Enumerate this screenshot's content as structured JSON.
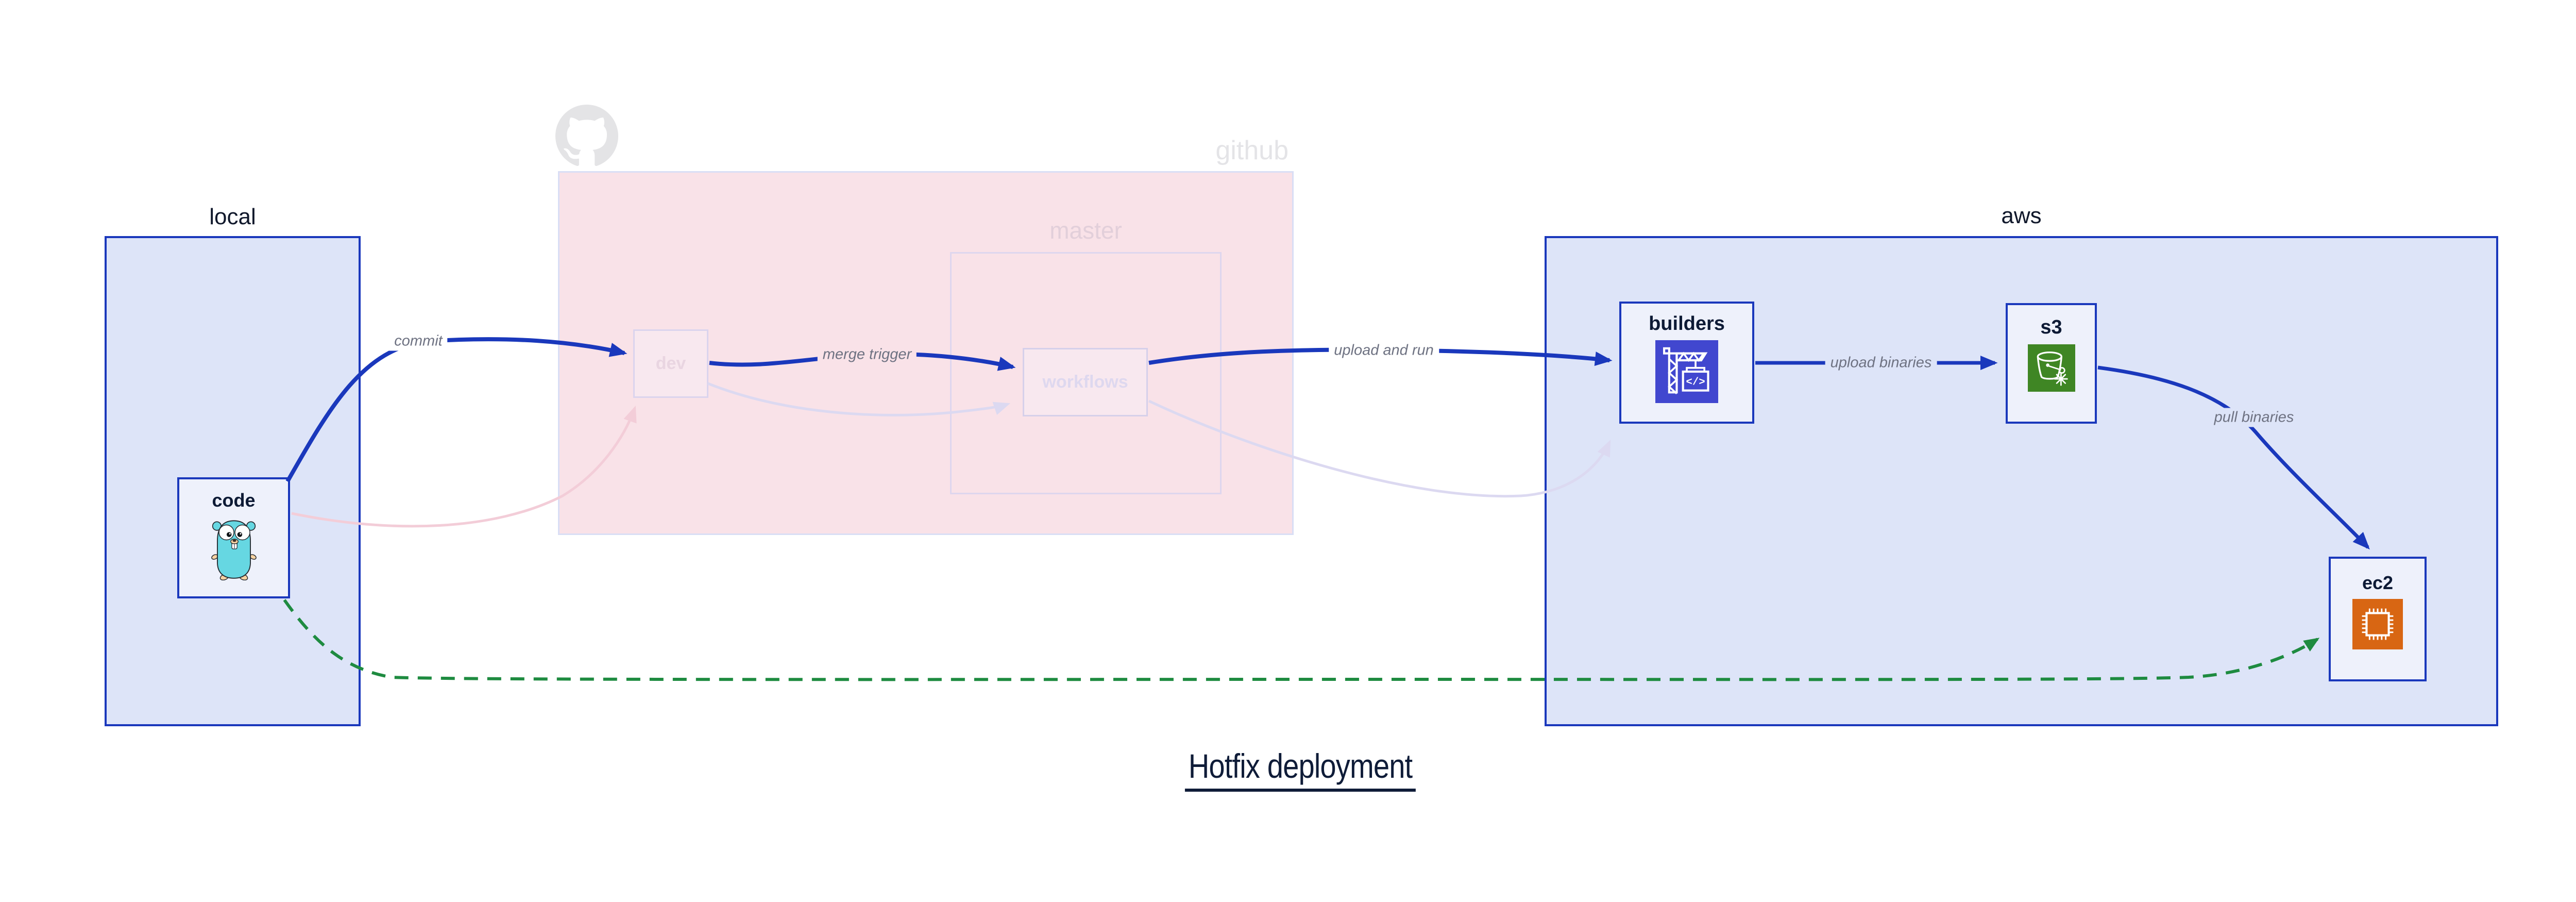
{
  "title": {
    "text": "Hotfix deployment"
  },
  "containers": {
    "local": {
      "label": "local"
    },
    "github": {
      "label": "github",
      "icon": "octocat-icon",
      "master": {
        "label": "master"
      }
    },
    "aws": {
      "label": "aws"
    }
  },
  "nodes": {
    "code": {
      "label": "code",
      "icon": "gopher-icon"
    },
    "dev": {
      "label": "dev"
    },
    "workflows": {
      "label": "workflows"
    },
    "builders": {
      "label": "builders",
      "icon": "crane-codebuild-icon",
      "icon_bg": "#4147cf"
    },
    "s3": {
      "label": "s3",
      "icon": "bucket-snowflake-icon",
      "icon_bg": "#3f8624"
    },
    "ec2": {
      "label": "ec2",
      "icon": "cpu-chip-icon",
      "icon_bg": "#d86613"
    }
  },
  "edges": {
    "commit": {
      "label": "commit",
      "from": "code",
      "to": "dev",
      "style": "solid-blue"
    },
    "merge_trigger": {
      "label": "merge trigger",
      "from": "dev",
      "to": "workflows",
      "style": "solid-blue"
    },
    "upload_and_run": {
      "label": "upload and run",
      "from": "workflows",
      "to": "builders",
      "style": "solid-blue"
    },
    "upload_binaries": {
      "label": "upload binaries",
      "from": "builders",
      "to": "s3",
      "style": "solid-blue"
    },
    "pull_binaries": {
      "label": "pull binaries",
      "from": "s3",
      "to": "ec2",
      "style": "solid-blue"
    },
    "hotfix_path": {
      "label": "",
      "from": "code",
      "to": "ec2",
      "style": "dashed-green"
    },
    "faded_code_to_dev": {
      "label": "",
      "from": "code",
      "to": "dev",
      "style": "faded-pink"
    },
    "faded_dev_to_workflows": {
      "label": "",
      "from": "dev",
      "to": "workflows",
      "style": "faded-lavender"
    },
    "faded_workflows_to_builders": {
      "label": "",
      "from": "workflows",
      "to": "builders",
      "style": "faded-lavender"
    }
  },
  "colors": {
    "primary_blue": "#1a38bc",
    "container_fill": "#dde4f8",
    "node_fill": "#eef1fb",
    "github_pink_fill": "#f9e2e8",
    "faded_border_lavender": "#dbd4ee",
    "hotfix_green": "#1e8b40",
    "faded_pink_edge": "#f3cdd8",
    "faded_lavender_edge": "#dcd9f1",
    "edge_label_gray": "#6e7282",
    "faded_logo_gray": "#e4e4e6",
    "builders_icon_bg": "#4147cf",
    "s3_icon_bg": "#3f8624",
    "ec2_icon_bg": "#d86613",
    "title_color": "#0f1c38"
  }
}
